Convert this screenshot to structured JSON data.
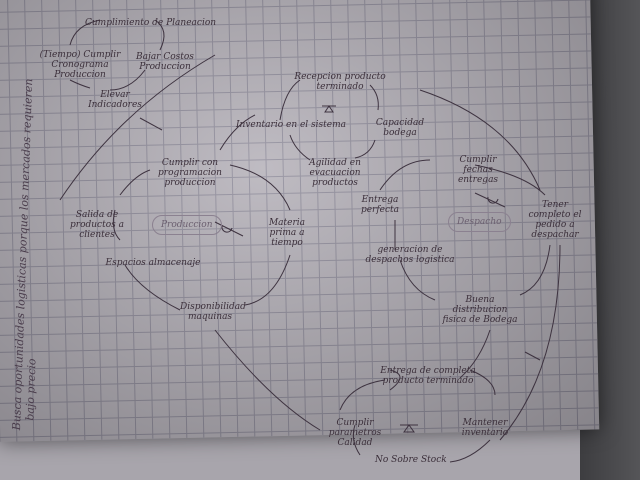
{
  "side_note": {
    "line1": "Busca oportunidades logisticas porque los mercados requieren",
    "line2": "bajo precio"
  },
  "loops": {
    "planning": [
      "Cumplimiento de Planeacion",
      "Bajar Costos Produccion",
      "Elevar Indicadores",
      "(Tiempo) Cumplir Cronograma Produccion"
    ],
    "inventory": [
      "Recepcion producto terminado",
      "Capacidad bodega",
      "Agilidad en evacuacion productos",
      "Inventario en el sistema"
    ],
    "production": {
      "center": "Produccion",
      "nodes": [
        "Cumplir con programacion produccion",
        "Materia prima a tiempo",
        "Disponibilidad maquinas",
        "Espacios almacenaje",
        "Salida de productos a clientes"
      ]
    },
    "dispatch": {
      "center": "Despacho",
      "nodes": [
        "Cumplir fechas entregas",
        "Tener completo el pedido a despachar",
        "Buena distribucion fisica de Bodega",
        "generacion de despachos logistica",
        "Entrega perfecta"
      ]
    },
    "delivery": [
      "Entrega de completa producto terminado",
      "Mantener inventario",
      "No Sobre Stock",
      "Cumplir parametros Calidad"
    ]
  }
}
